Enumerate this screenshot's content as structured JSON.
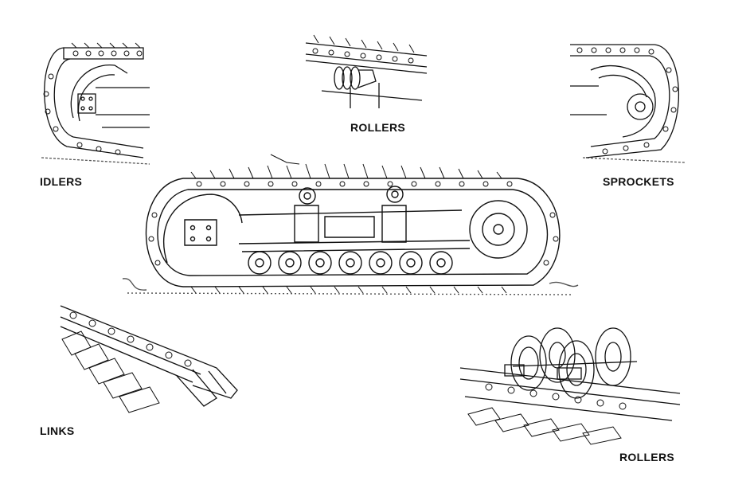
{
  "labels": {
    "idlers": "IDLERS",
    "rollers_top": "ROLLERS",
    "sprockets": "SPROCKETS",
    "links": "LINKS",
    "rollers_bottom": "ROLLERS"
  },
  "colors": {
    "ink": "#111111",
    "paper": "#ffffff",
    "ground": "#555555"
  },
  "undercarriage": {
    "track_roller_count": 7,
    "carrier_roller_count": 2
  }
}
